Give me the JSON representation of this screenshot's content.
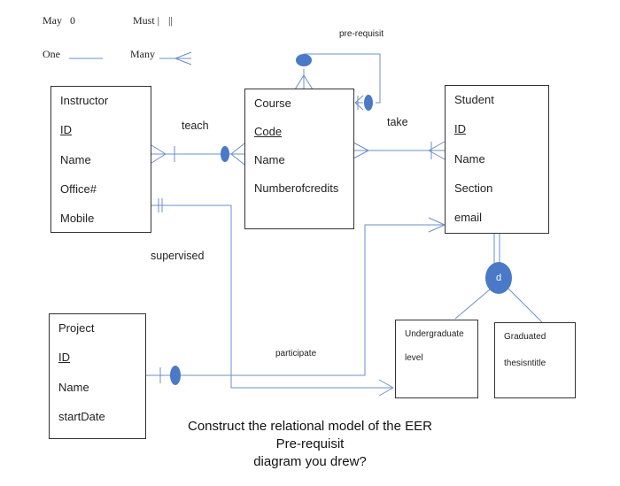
{
  "legend": {
    "may_label": "May",
    "may_symbol": "0",
    "must_label": "Must |",
    "must_symbol": "||",
    "one_label": "One",
    "many_label": "Many"
  },
  "entities": {
    "instructor": {
      "title": "Instructor",
      "attributes": [
        "ID",
        "Name",
        "Office#",
        "Mobile"
      ]
    },
    "course": {
      "title": "Course",
      "attributes": [
        "Code",
        "Name",
        "Numberofcredits"
      ]
    },
    "student": {
      "title": "Student",
      "attributes": [
        "ID",
        "Name",
        "Section",
        "email"
      ]
    },
    "project": {
      "title": "Project",
      "attributes": [
        "ID",
        "Name",
        "startDate"
      ]
    },
    "undergraduate": {
      "title": "Undergraduate",
      "attributes": [
        "level"
      ]
    },
    "graduated": {
      "title": "Graduated",
      "attributes": [
        "thesisntitle"
      ]
    }
  },
  "relationships": {
    "prerequisit": "pre-requisit",
    "teach": "teach",
    "take": "take",
    "supervised": "supervised",
    "participate": "participate"
  },
  "specialization": {
    "symbol": "d"
  },
  "question": {
    "line1": "Construct the relational model of the EER",
    "line2": "Pre-requisit",
    "line3": "diagram you drew?"
  },
  "colors": {
    "line": "#6b8fc7",
    "dot": "#4a79c8",
    "border": "#333333"
  }
}
